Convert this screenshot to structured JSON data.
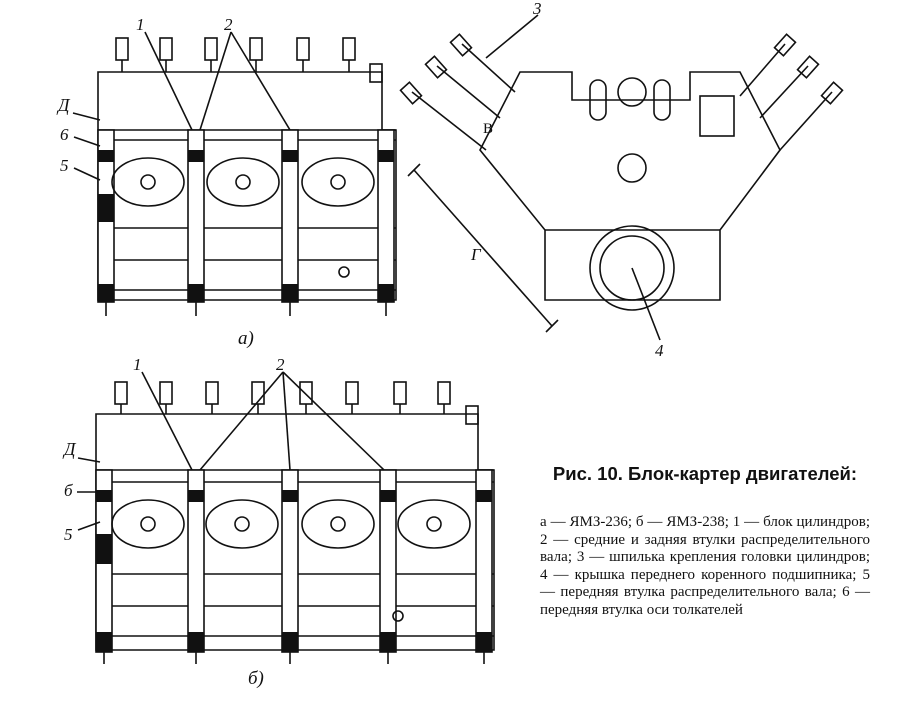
{
  "figure": {
    "labels_a": {
      "l1": "1",
      "l2": "2",
      "lD": "Д",
      "l6": "6",
      "l5": "5"
    },
    "labels_v": {
      "l3": "3",
      "lV": "В",
      "lG": "Г",
      "l4": "4"
    },
    "labels_b": {
      "l1": "1",
      "l2": "2",
      "lD": "Д",
      "l6": "б",
      "l5": "5"
    },
    "sub_a": "а)",
    "sub_b": "б)"
  },
  "caption": {
    "title": "Рис. 10. Блок-картер двигателей:",
    "body": "а — ЯМЗ-236; б — ЯМЗ-238; 1 — блок цилиндров; 2 — средние и задняя втулки распределительного вала; 3 — шпилька крепления головки цилиндров; 4 — крышка переднего коренного подшипника; 5 — передняя втулка распределительного вала; 6 — передняя втулка оси толкателей"
  }
}
